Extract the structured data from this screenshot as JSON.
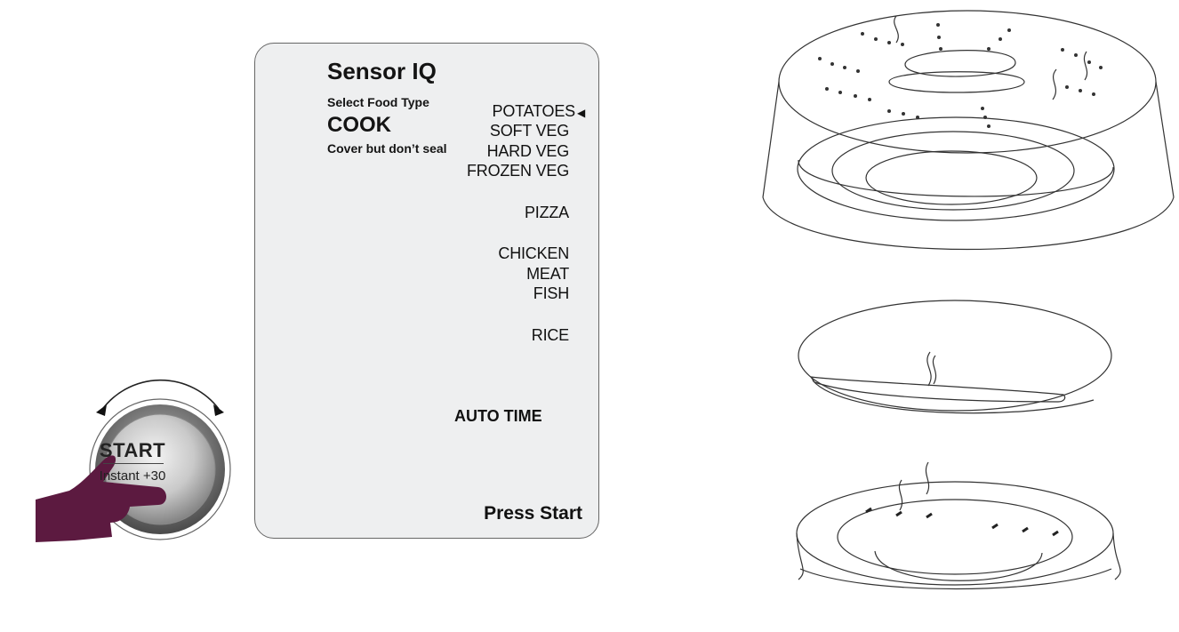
{
  "start_button": {
    "label": "START",
    "sublabel": "Instant +30"
  },
  "display": {
    "title": "Sensor IQ",
    "prompt": "Select Food Type",
    "mode": "COOK",
    "instruction": "Cover but don’t seal",
    "food_types": [
      "POTATOES",
      "SOFT VEG",
      "HARD VEG",
      "FROZEN VEG",
      "PIZZA",
      "CHICKEN",
      "MEAT",
      "FISH",
      "RICE"
    ],
    "selected_indicator": "◀",
    "auto_time": "AUTO TIME",
    "press_start": "Press Start"
  },
  "colors": {
    "hand": "#5c1a40",
    "panel_bg": "#eeeff0",
    "outline": "#333333"
  }
}
